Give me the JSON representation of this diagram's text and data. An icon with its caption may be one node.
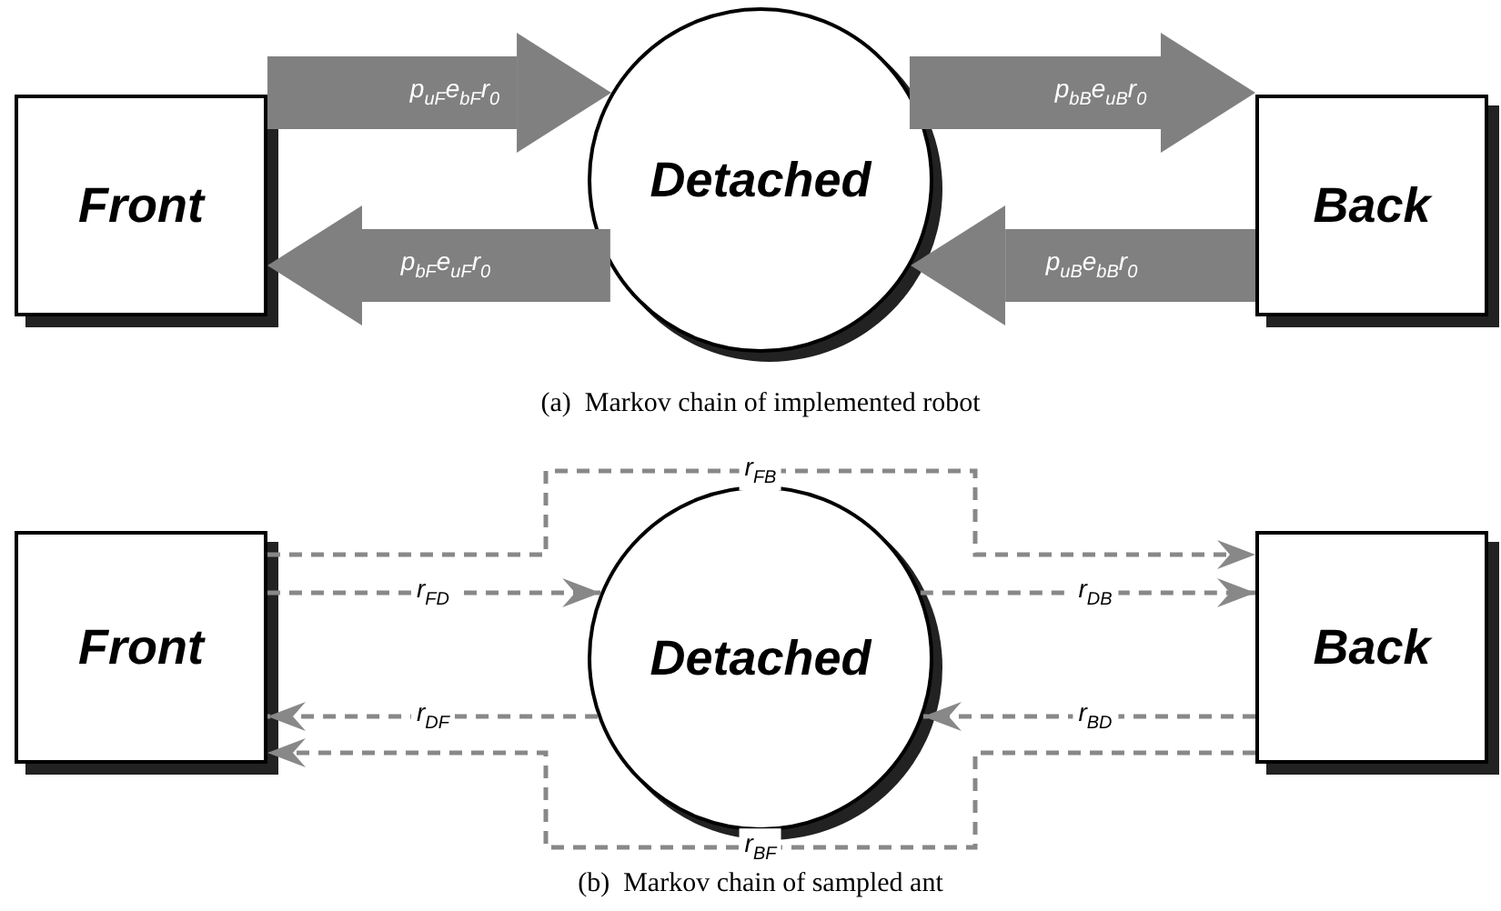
{
  "diagram": {
    "nodes": [
      {
        "text": [
          "Front"
        ]
      },
      {
        "text": [
          "Detached"
        ]
      },
      {
        "text": [
          "Back"
        ]
      },
      {
        "text": [
          "Front"
        ]
      },
      {
        "text": [
          "Detached"
        ]
      },
      {
        "text": [
          "Back"
        ]
      }
    ],
    "edges": [
      {
        "from": 0,
        "to": 1,
        "arrow": "to",
        "label": "p$_{uF}$e$_{bF}$r$_{0}$",
        "style": "thick"
      },
      {
        "from": 1,
        "to": 2,
        "arrow": "to",
        "label": "p$_{bB}$e$_{uB}$r$_{0}$",
        "style": "thick"
      },
      {
        "from": 1,
        "to": 0,
        "arrow": "to",
        "label": "p$_{bF}$e$_{uF}$r$_{0}$",
        "style": "thick"
      },
      {
        "from": 2,
        "to": 1,
        "arrow": "to",
        "label": "p$_{uB}$e$_{bB}$r$_{0}$",
        "style": "thick"
      },
      {
        "from": 3,
        "to": 5,
        "arrow": "to",
        "label": "r$_{FB}$",
        "style": "dashed"
      },
      {
        "from": 3,
        "to": 4,
        "arrow": "to",
        "label": "r$_{FD}$",
        "style": "dashed"
      },
      {
        "from": 4,
        "to": 5,
        "arrow": "to",
        "label": "r$_{DB}$",
        "style": "dashed"
      },
      {
        "from": 4,
        "to": 3,
        "arrow": "to",
        "label": "r$_{DF}$",
        "style": "dashed"
      },
      {
        "from": 5,
        "to": 4,
        "arrow": "to",
        "label": "r$_{BD}$",
        "style": "dashed"
      },
      {
        "from": 5,
        "to": 3,
        "arrow": "to",
        "label": "r$_{BF}$",
        "style": "dashed"
      }
    ],
    "labels": [
      "(a)  Markov chain of implemented robot",
      "(b)  Markov chain of sampled ant"
    ]
  }
}
